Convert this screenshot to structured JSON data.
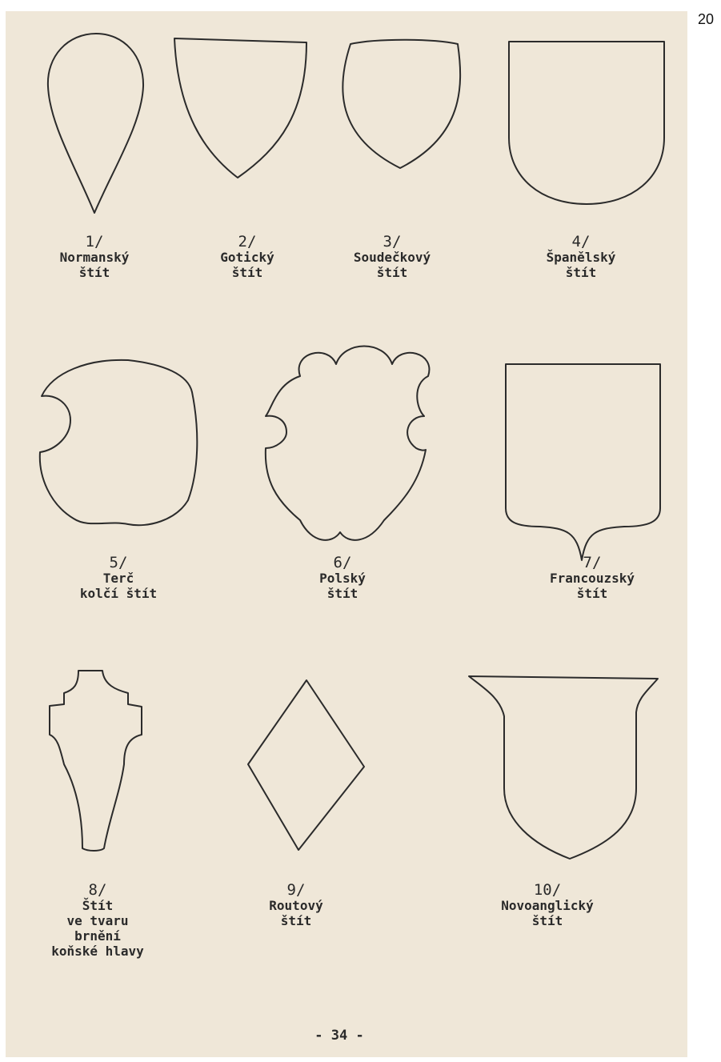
{
  "page_number_corner": "20",
  "footer": "- 34 -",
  "shields": [
    {
      "number": "1/",
      "name_lines": [
        "Normanský",
        "štít"
      ],
      "icon": "norman-shield-icon"
    },
    {
      "number": "2/",
      "name_lines": [
        "Gotický",
        "štít"
      ],
      "icon": "gothic-shield-icon"
    },
    {
      "number": "3/",
      "name_lines": [
        "Soudečkový",
        "štít"
      ],
      "icon": "barrel-shield-icon"
    },
    {
      "number": "4/",
      "name_lines": [
        "Španělský",
        "štít"
      ],
      "icon": "spanish-shield-icon"
    },
    {
      "number": "5/",
      "name_lines": [
        "Terč",
        "kolčí štít"
      ],
      "icon": "tilting-target-shield-icon"
    },
    {
      "number": "6/",
      "name_lines": [
        "Polský",
        "štít"
      ],
      "icon": "polish-shield-icon"
    },
    {
      "number": "7/",
      "name_lines": [
        "Francouzský",
        "štít"
      ],
      "icon": "french-shield-icon"
    },
    {
      "number": "8/",
      "name_lines": [
        "Štít",
        "ve tvaru",
        "brnění",
        "koňské hlavy"
      ],
      "icon": "horse-armor-shield-icon"
    },
    {
      "number": "9/",
      "name_lines": [
        "Routový",
        "štít"
      ],
      "icon": "lozenge-shield-icon"
    },
    {
      "number": "10/",
      "name_lines": [
        "Novoanglický",
        "štít"
      ],
      "icon": "new-english-shield-icon"
    }
  ]
}
